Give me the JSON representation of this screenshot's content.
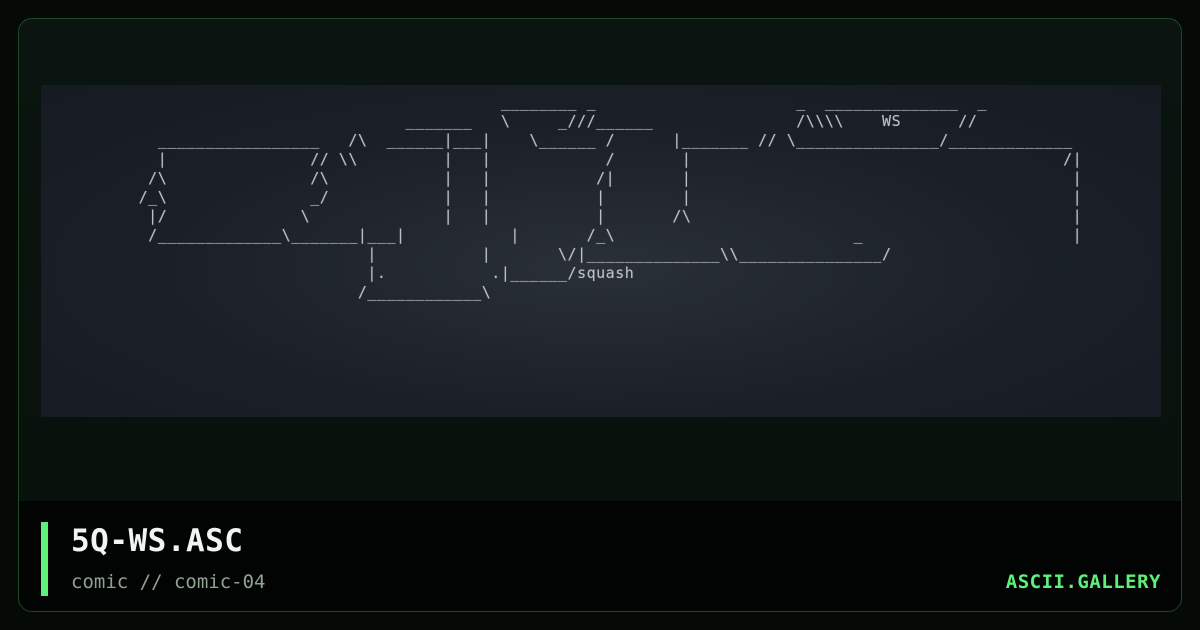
{
  "artwork": {
    "ascii": "                                           ________ _                     _  ______________  _\n                                 _______   \\     _///______               /\\\\\\\\    WS      //\n       _________________   /\\  ______|___|    \\______ /      |_______ // \\_______________/_____________\n       |               // \\\\         |   |            /       |                                       /|\n      /\\               /\\            |   |           /|       |                                        |\n     /_\\               _/            |   |           |        |                                        |\n      |/              \\              |   |           |       /\\                                        |\n      /_____________\\_______|___|           |       /_\\                         _                      |\n                             |           |       \\/|______________\\\\_______________/\n                             |.           .|______/squash\n                            /____________\\",
    "caption": "squash"
  },
  "footer": {
    "title": "5Q-WS.ASC",
    "subtitle": "comic // comic-04",
    "brand": "ASCII.GALLERY"
  },
  "colors": {
    "accent": "#5ef07a",
    "background": "#060a07",
    "art_background": "#1b2028",
    "border": "#1f4a25"
  }
}
